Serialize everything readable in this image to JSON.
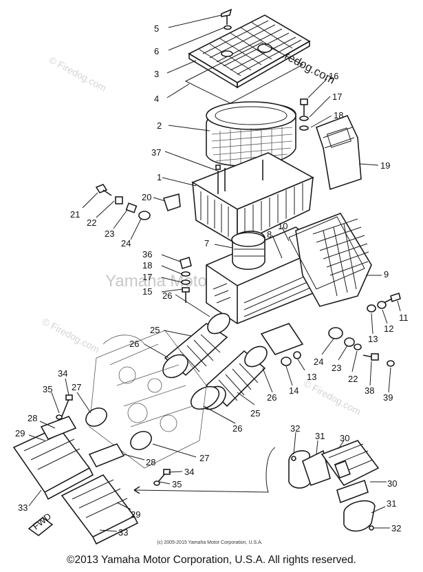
{
  "watermarks": {
    "center": "Yamaha Motor Corp., U.S.A.",
    "firedog_top_left": "© Firedog.com",
    "firedog_brand": "Firedog.com",
    "firedog_mid_left": "© Firedog.com",
    "firedog_mid_right": "© Firedog.com"
  },
  "fine_print": "(c) 2005-2015 Yamaha Motor Corporation, U.S.A.",
  "copyright": "©2013 Yamaha Motor Corporation, U.S.A. All rights reserved.",
  "fwd_marker": "FWD",
  "callouts": [
    "5",
    "6",
    "3",
    "4",
    "2",
    "16",
    "17",
    "18",
    "19",
    "37",
    "1",
    "20",
    "21",
    "22",
    "23",
    "24",
    "7",
    "8",
    "10",
    "9",
    "36",
    "18",
    "17",
    "15",
    "11",
    "12",
    "13",
    "26",
    "25",
    "26",
    "24",
    "23",
    "22",
    "38",
    "39",
    "14",
    "13",
    "26",
    "25",
    "34",
    "35",
    "27",
    "28",
    "29",
    "26",
    "27",
    "28",
    "34",
    "35",
    "33",
    "29",
    "33",
    "32",
    "31",
    "30",
    "30",
    "31",
    "32"
  ]
}
